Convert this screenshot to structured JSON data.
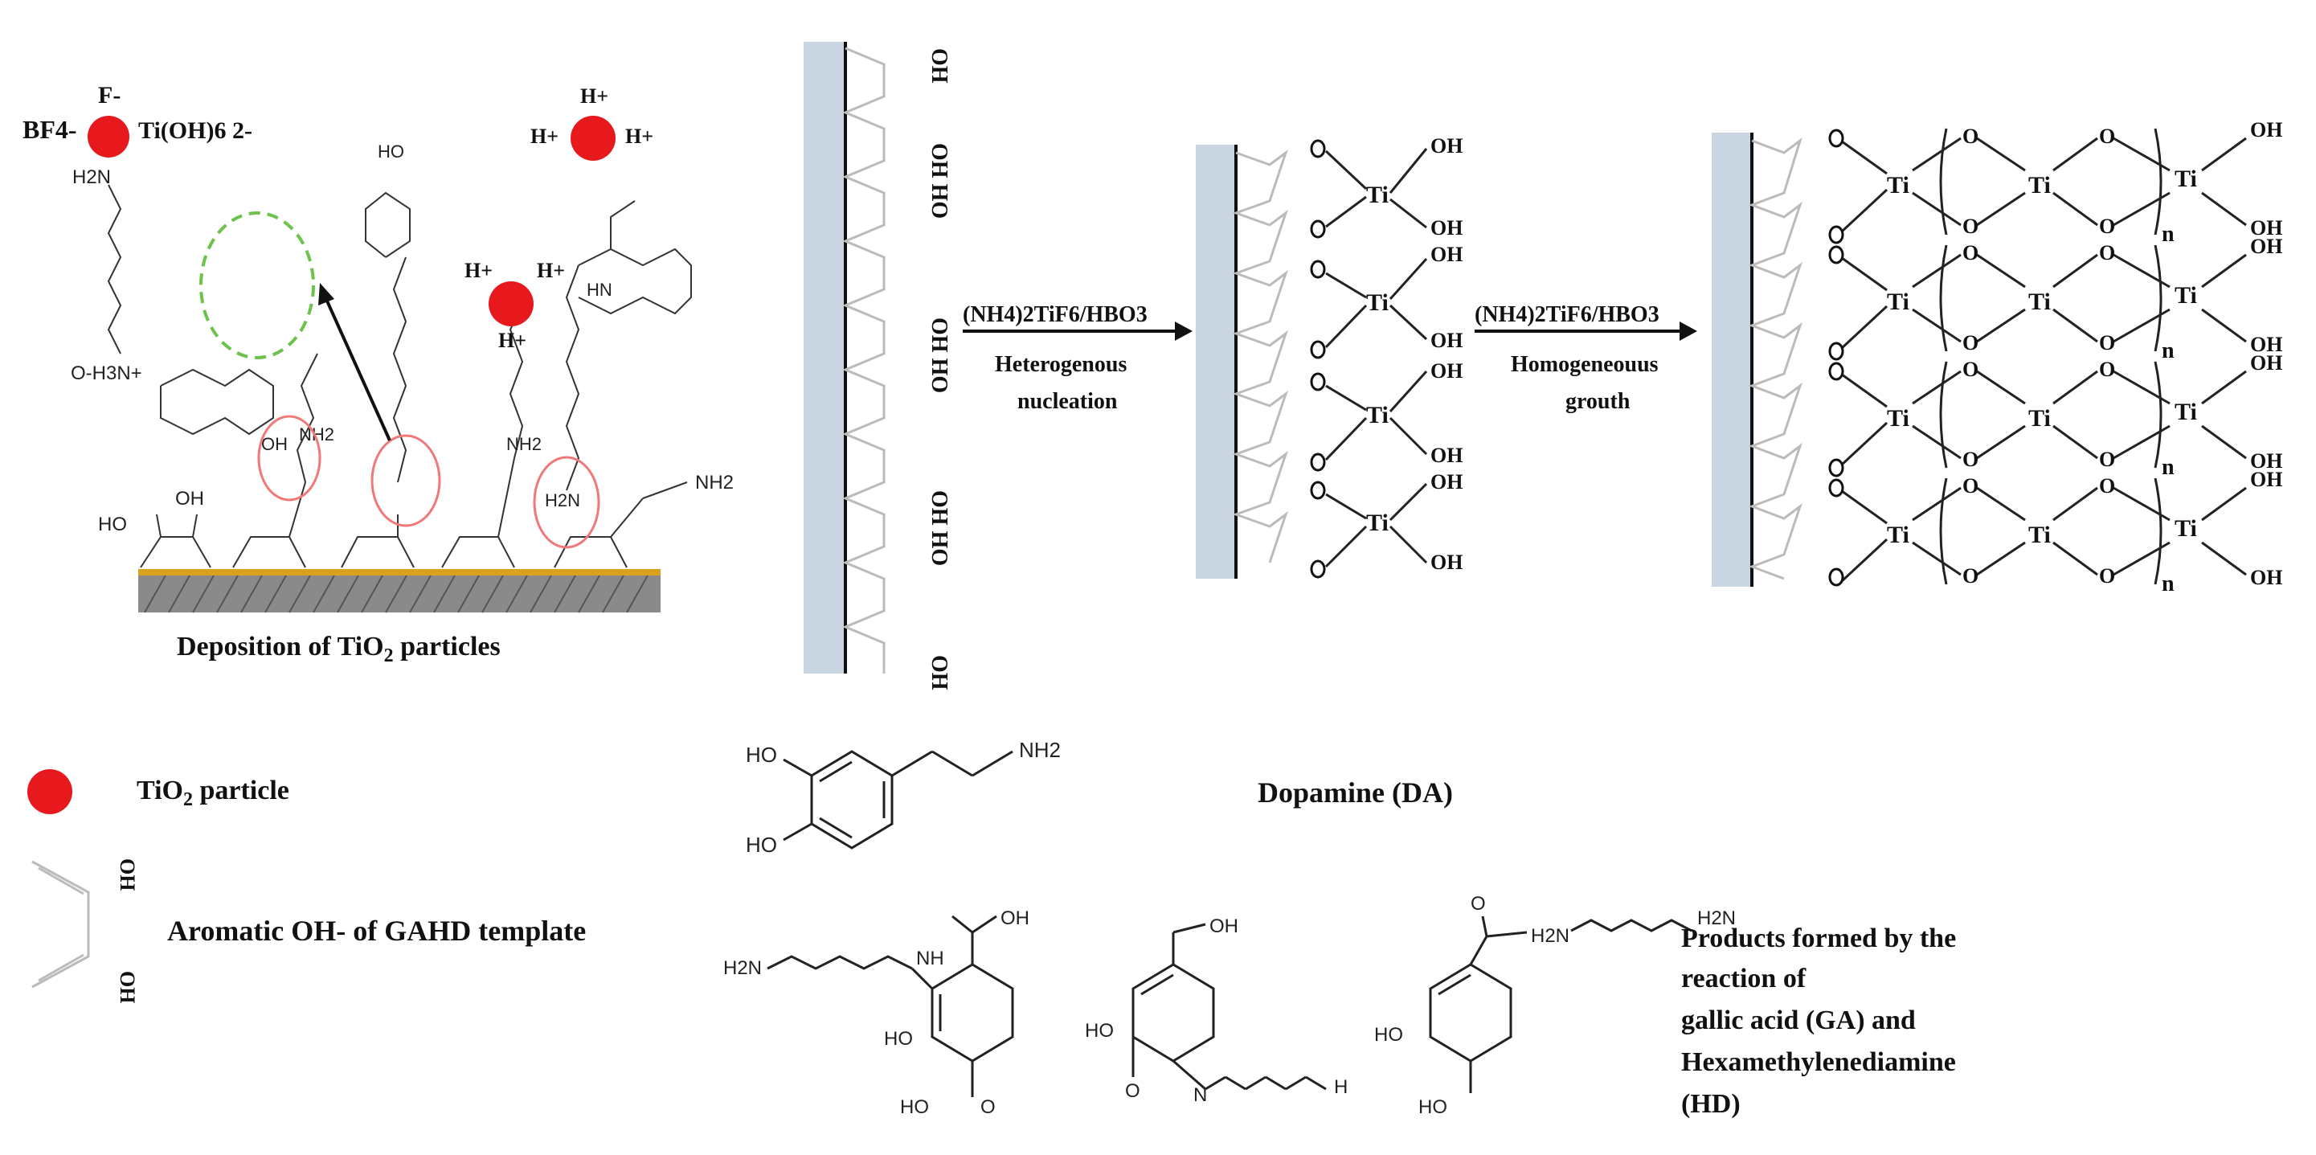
{
  "ions": {
    "bf4": "BF4-",
    "f": "F-",
    "tioh6": "Ti(OH)6 2-",
    "h_plus": "H+"
  },
  "panel1": {
    "caption_prefix": "Deposition of TiO",
    "caption_sub": "2",
    "caption_suffix": " particles",
    "groups": [
      "H2N",
      "O-H3N+",
      "OH",
      "NH2",
      "HO",
      "H2N",
      "NH2",
      "HN"
    ]
  },
  "surface": {
    "oh": "OH",
    "ohoh": "OH HO",
    "ti": "Ti",
    "o": "O",
    "n": "n"
  },
  "arrows": {
    "reagent": "(NH4)2TiF6/HBO3",
    "step1_line1": "Heterogenous",
    "step1_line2": "nucleation",
    "step2_line1": "Homogeneouus",
    "step2_line2": "grouth"
  },
  "legend": {
    "particle_prefix": "TiO",
    "particle_sub": "2",
    "particle_suffix": " particle",
    "template": "Aromatic OH- of GAHD template",
    "template_oh": "OH"
  },
  "molecules": {
    "dopamine": "Dopamine (DA)",
    "ho": "HO",
    "nh2": "NH2",
    "oh": "OH",
    "nh": "NH",
    "n": "N",
    "h": "H",
    "h2n": "H2N",
    "o": "O",
    "products": [
      "Products formed by the",
      "reaction of",
      "gallic acid (GA) and",
      "Hexamethylenediamine",
      "(HD)"
    ]
  },
  "colors": {
    "particle": "#e8191d",
    "substrate": "#c9d6e1",
    "dashed_circle": "#6dc24b",
    "ring_circle": "#f07878",
    "gold": "#d9a21b"
  }
}
